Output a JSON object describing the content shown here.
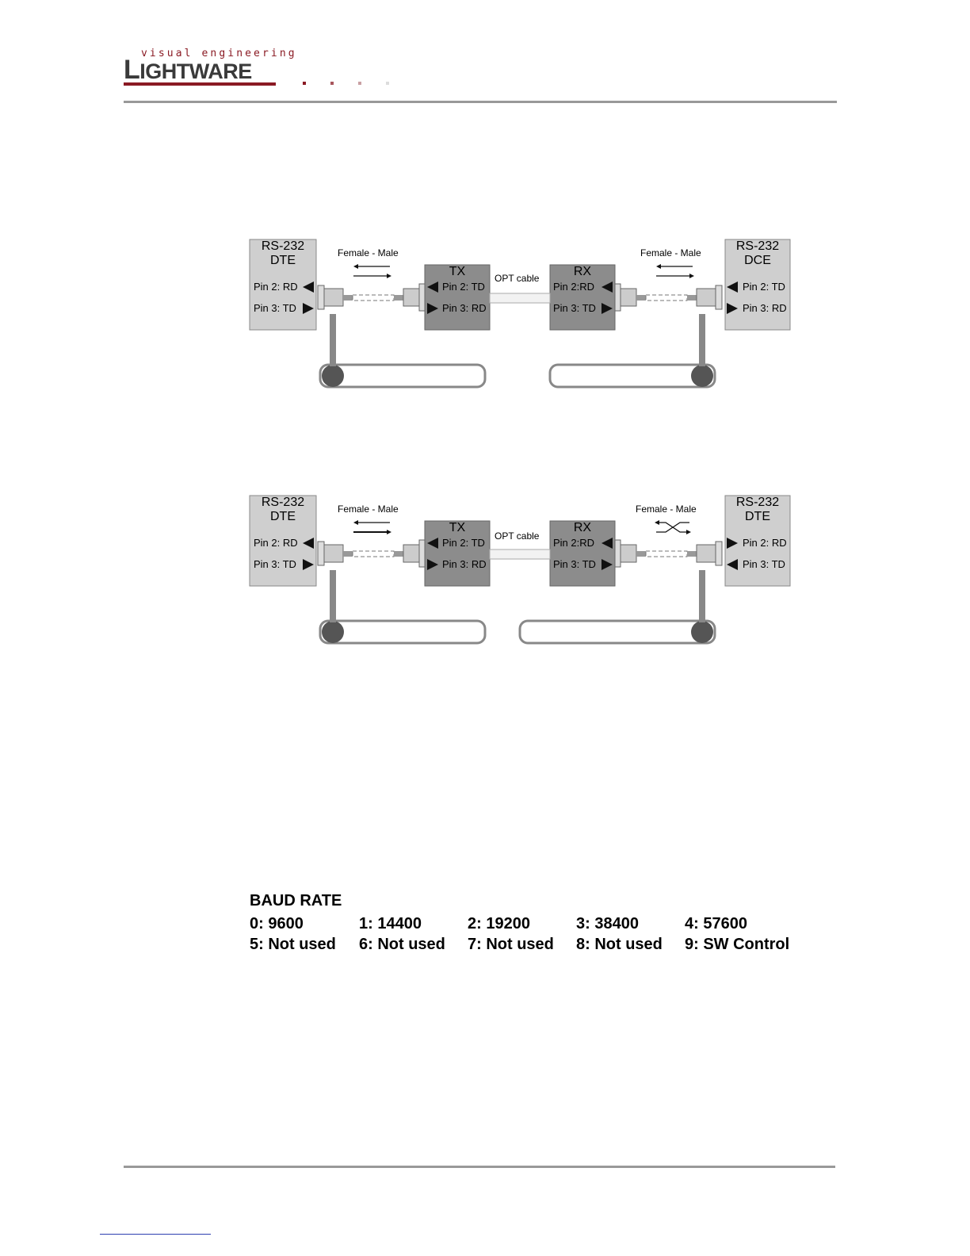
{
  "header": {
    "logo_tagline": "visual engineering",
    "logo_text_big": "L",
    "logo_text_rest": "IGHTWARE",
    "brand_color": "#8a1a23"
  },
  "diagram1": {
    "left_device": {
      "line1": "RS-232",
      "line2": "DTE",
      "pin2": "Pin 2: RD",
      "pin3": "Pin 3: TD"
    },
    "left_cable": "Female - Male",
    "tx": {
      "title": "TX",
      "pin2": "Pin 2: TD",
      "pin3": "Pin 3: RD"
    },
    "opt_cable": "OPT cable",
    "rx": {
      "title": "RX",
      "pin2": "Pin 2:RD",
      "pin3": "Pin 3:  TD"
    },
    "right_cable": "Female - Male",
    "right_device": {
      "line1": "RS-232",
      "line2": "DCE",
      "pin2": "Pin 2: TD",
      "pin3": "Pin 3: RD"
    }
  },
  "diagram2": {
    "left_device": {
      "line1": "RS-232",
      "line2": "DTE",
      "pin2": "Pin 2: RD",
      "pin3": "Pin 3: TD"
    },
    "left_cable": "Female - Male",
    "tx": {
      "title": "TX",
      "pin2": "Pin 2: TD",
      "pin3": "Pin 3: RD"
    },
    "opt_cable": "OPT cable",
    "rx": {
      "title": "RX",
      "pin2": "Pin 2:RD",
      "pin3": "Pin 3:  TD"
    },
    "right_cable": "Female - Male",
    "right_device": {
      "line1": "RS-232",
      "line2": "DTE",
      "pin2": "Pin 2: RD",
      "pin3": "Pin 3: TD"
    }
  },
  "baud_rate": {
    "heading": "BAUD RATE",
    "row1": [
      "0: 9600",
      "1: 14400",
      "2: 19200",
      "3: 38400",
      "4: 57600"
    ],
    "row2": [
      "5: Not used",
      "6: Not used",
      "7: Not used",
      "8: Not used",
      "9: SW Control"
    ]
  }
}
